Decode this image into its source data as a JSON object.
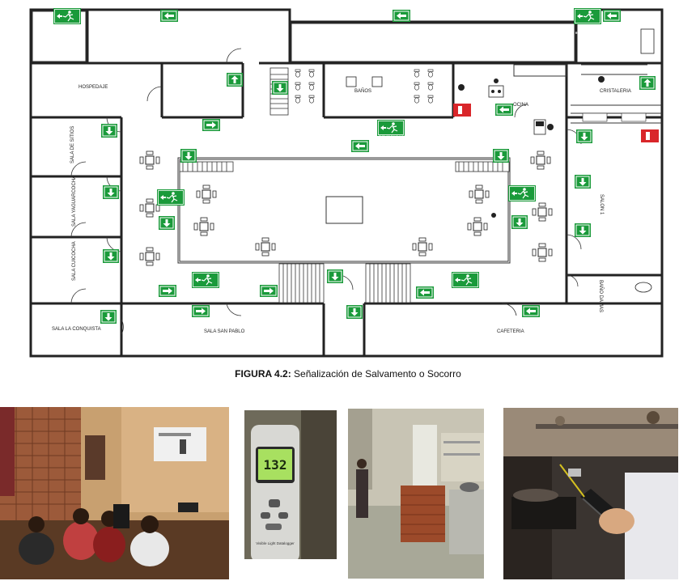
{
  "caption": {
    "prefix": "FIGURA 4.2:",
    "text": " Señalización de Salvamento o Socorro"
  },
  "rooms": {
    "hospedaje": "HOSPEDAJE",
    "banos": "BAÑOS",
    "cocina": "OCINA",
    "cristaleria": "CRISTALERIA",
    "sala_desitios": "SALA DE SITIOS",
    "sala_yaguarcocha": "SALA YAGUARCOCHA",
    "sala_cuicocha": "SALA CUICOCHA",
    "sala_la_conquista": "SALA LA CONQUISTA",
    "sala_san_pablo": "SALA SAN PABLO",
    "cafeteria": "CAFETERIA",
    "salon": "SALON 1",
    "bano_damas": "BAÑO DAMAS"
  },
  "signs": {
    "ruta_evacuacion": "RUTA DE EVACUACION",
    "ruta_evacuacion_short": "RUTA DE EVACUACIÓN"
  },
  "photos": {
    "meter_reading": "132",
    "meter_label": "Visible Light Datalogger"
  },
  "colors": {
    "sign_green": "#1a9a3a",
    "wall": "#222222",
    "extinguisher_red": "#d9262a"
  }
}
